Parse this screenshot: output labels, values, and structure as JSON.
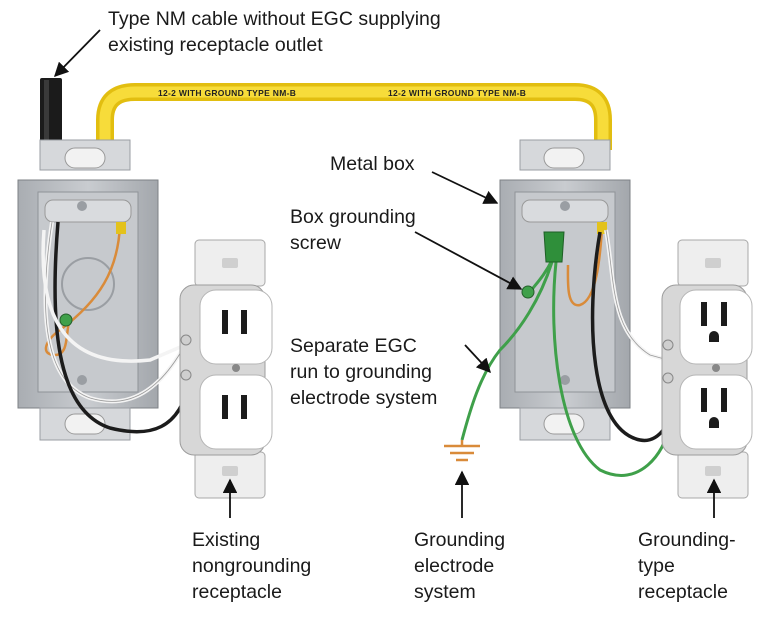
{
  "cable_labels": {
    "left": "12-2 WITH GROUND TYPE NM-B",
    "right": "12-2 WITH GROUND TYPE NM-B"
  },
  "labels": {
    "nm_cable_line1": "Type NM cable without EGC supplying",
    "nm_cable_line2": "existing receptacle outlet",
    "metal_box": "Metal box",
    "box_grounding_screw_line1": "Box grounding",
    "box_grounding_screw_line2": "screw",
    "egc_line1": "Separate EGC",
    "egc_line2": "run to grounding",
    "egc_line3": "electrode system",
    "existing_line1": "Existing",
    "existing_line2": "nongrounding",
    "existing_line3": "receptacle",
    "electrode_line1": "Grounding",
    "electrode_line2": "electrode",
    "electrode_line3": "system",
    "grounding_type_line1": "Grounding-",
    "grounding_type_line2": "type",
    "grounding_type_line3": "receptacle"
  },
  "colors": {
    "yellow_cable": "#f2d21c",
    "box_gray": "#b9bcc0",
    "ground_green": "#3fa04a",
    "hot_black": "#1c1c1c",
    "neutral_white": "#f4f4f4",
    "bare_copper": "#d98b3a"
  }
}
